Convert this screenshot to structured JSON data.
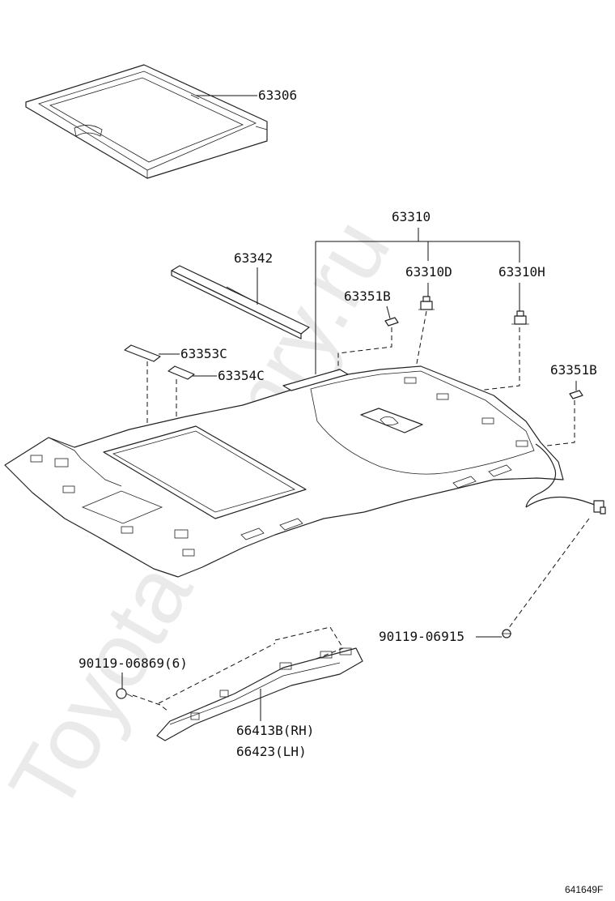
{
  "watermark": "Toyota-Camry.ru",
  "diagram_code": "641649F",
  "parts": {
    "p63306": "63306",
    "p63310": "63310",
    "p63342": "63342",
    "p63310D": "63310D",
    "p63310H": "63310H",
    "p63351B_left": "63351B",
    "p63351B_right": "63351B",
    "p63353C": "63353C",
    "p63354C": "63354C",
    "p90119_06915": "90119-06915",
    "p90119_06869": "90119-06869(6)",
    "p66413B": "66413B(RH)",
    "p66423": "66423(LH)"
  }
}
